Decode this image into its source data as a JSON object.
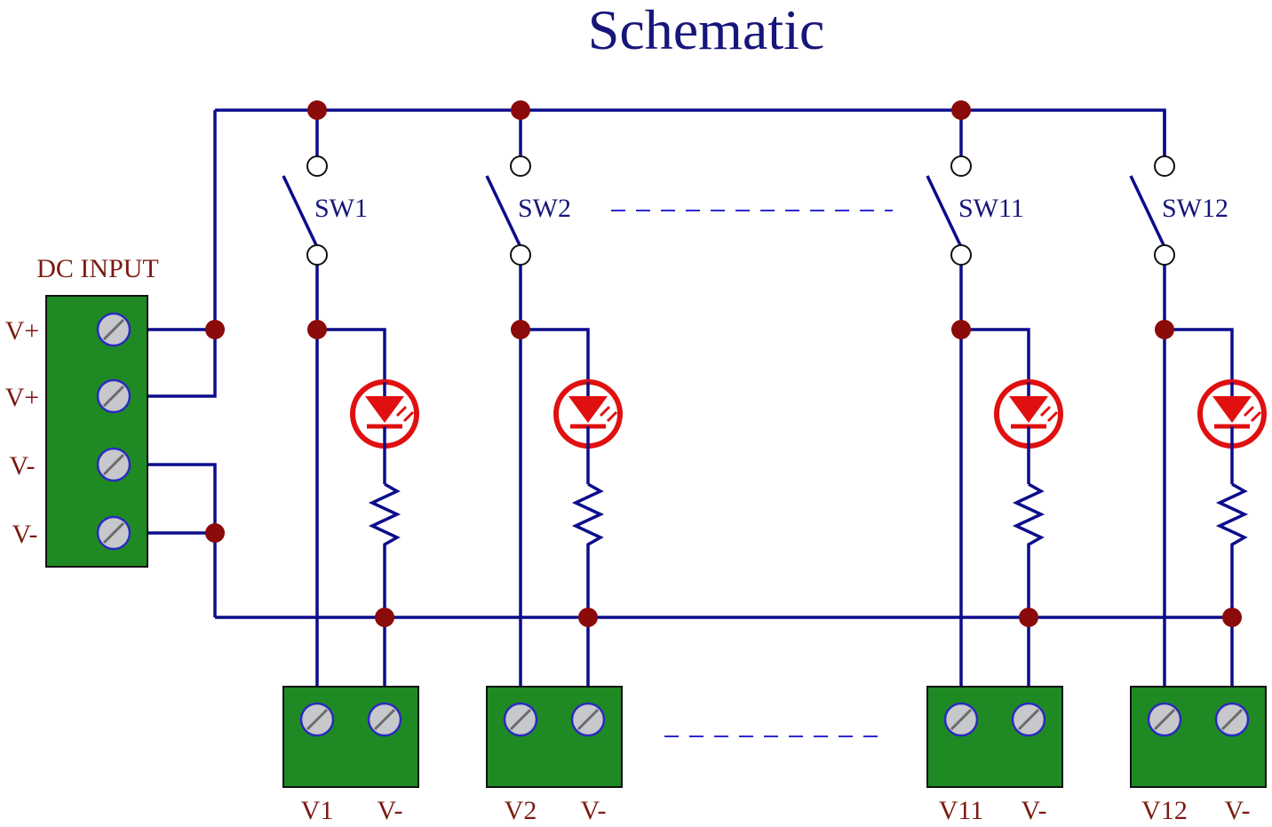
{
  "title": "Schematic",
  "dc_input": {
    "label": "DC INPUT",
    "pins": [
      "V+",
      "V+",
      "V-",
      "V-"
    ]
  },
  "channels": [
    {
      "switch": "SW1",
      "out_pos": "V1",
      "out_neg": "V-"
    },
    {
      "switch": "SW2",
      "out_pos": "V2",
      "out_neg": "V-"
    },
    {
      "switch": "SW11",
      "out_pos": "V11",
      "out_neg": "V-"
    },
    {
      "switch": "SW12",
      "out_pos": "V12",
      "out_neg": "V-"
    }
  ],
  "colors": {
    "wire": "#0c0c8c",
    "junction": "#8b0a0a",
    "terminal_block": "#1f8a24",
    "led": "#e01010",
    "title": "#16167a",
    "labels": "#7a1a12"
  },
  "icons": {
    "led": "led-icon",
    "resistor": "resistor-icon",
    "switch": "switch-icon",
    "screw": "screw-terminal-icon"
  }
}
